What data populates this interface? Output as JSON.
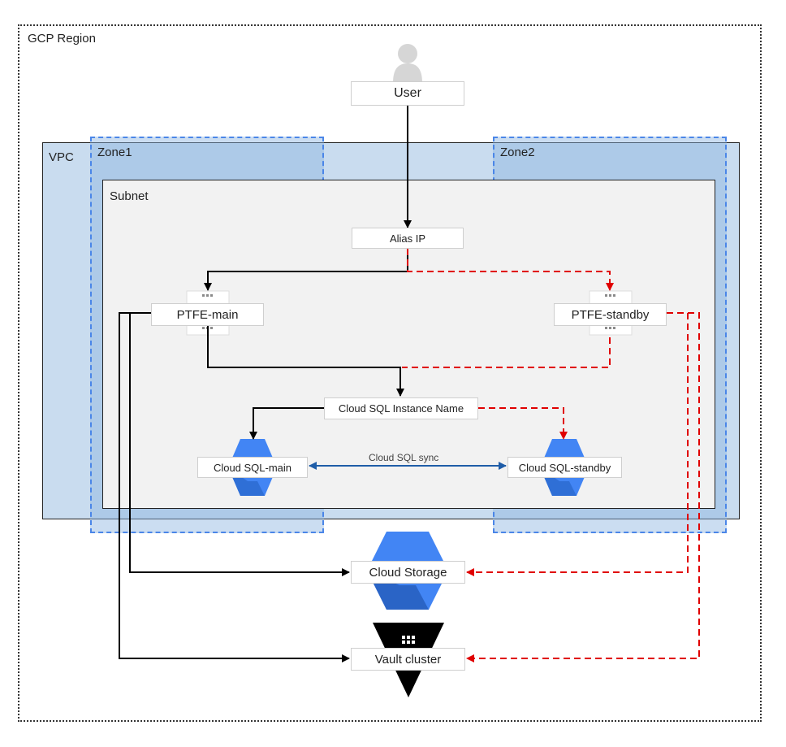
{
  "region": {
    "label": "GCP Region"
  },
  "vpc": {
    "label": "VPC"
  },
  "zones": [
    {
      "label": "Zone1"
    },
    {
      "label": "Zone2"
    }
  ],
  "subnet": {
    "label": "Subnet"
  },
  "nodes": {
    "user": "User",
    "alias_ip": "Alias IP",
    "ptfe_main": "PTFE-main",
    "ptfe_standby": "PTFE-standby",
    "sql_instance_name": "Cloud SQL Instance Name",
    "sql_main": "Cloud SQL-main",
    "sql_standby": "Cloud SQL-standby",
    "cloud_storage": "Cloud Storage",
    "vault_cluster": "Vault cluster"
  },
  "edge_labels": {
    "sql_sync": "Cloud SQL sync"
  },
  "colors": {
    "primary_path": "#000000",
    "standby_path": "#e00000",
    "sync_path": "#1f5da8",
    "zone_border": "#4a86e8",
    "gcp_blue": "#4285f4"
  },
  "icons": [
    "user-icon",
    "server-icon",
    "cloud-sql-icon",
    "cloud-storage-icon",
    "vault-icon"
  ]
}
